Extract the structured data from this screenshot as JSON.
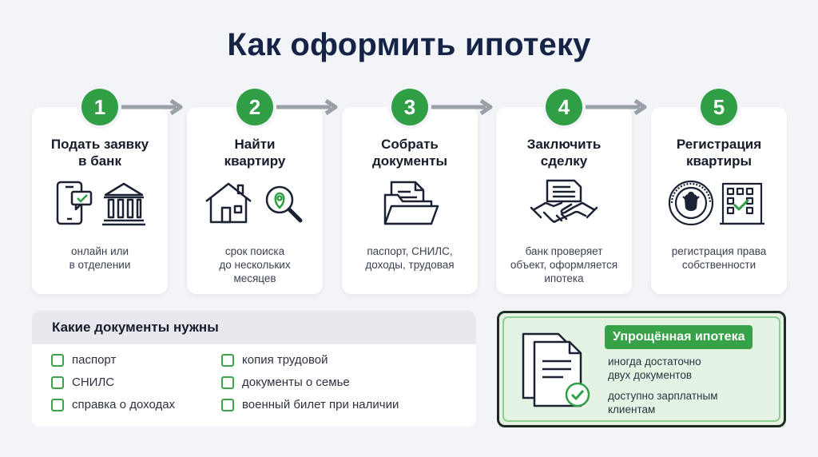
{
  "title": "Как оформить ипотеку",
  "steps": [
    {
      "num": "1",
      "title": "Подать заявку\nв банк",
      "desc": "онлайн или\nв отделении",
      "icon": "phone-bank-icon"
    },
    {
      "num": "2",
      "title": "Найти\nквартиру",
      "desc": "срок поиска\nдо нескольких\nмесяцев",
      "icon": "house-search-icon"
    },
    {
      "num": "3",
      "title": "Собрать\nдокументы",
      "desc": "паспорт, СНИЛС,\nдоходы, трудовая",
      "icon": "folder-documents-icon"
    },
    {
      "num": "4",
      "title": "Заключить\nсделку",
      "desc": "банк проверяет\nобъект, оформляется\nипотека",
      "icon": "handshake-contract-icon"
    },
    {
      "num": "5",
      "title": "Регистрация\nквартиры",
      "desc": "регистрация права\nсобственности",
      "icon": "registry-building-icon"
    }
  ],
  "documents": {
    "heading": "Какие документы нужны",
    "items": [
      "паспорт",
      "СНИЛС",
      "справка о доходах",
      "копия трудовой",
      "документы о семье",
      "военный билет при наличии"
    ]
  },
  "promo": {
    "tag": "Упрощённая ипотека",
    "line1": "иногда достаточно\nдвух документов",
    "line2": "доступно зарплатным\nклиентам"
  },
  "colors": {
    "accent": "#2f9e44",
    "title": "#152347",
    "background": "#f3f4f7",
    "promo_bg": "#e5f3e5"
  }
}
